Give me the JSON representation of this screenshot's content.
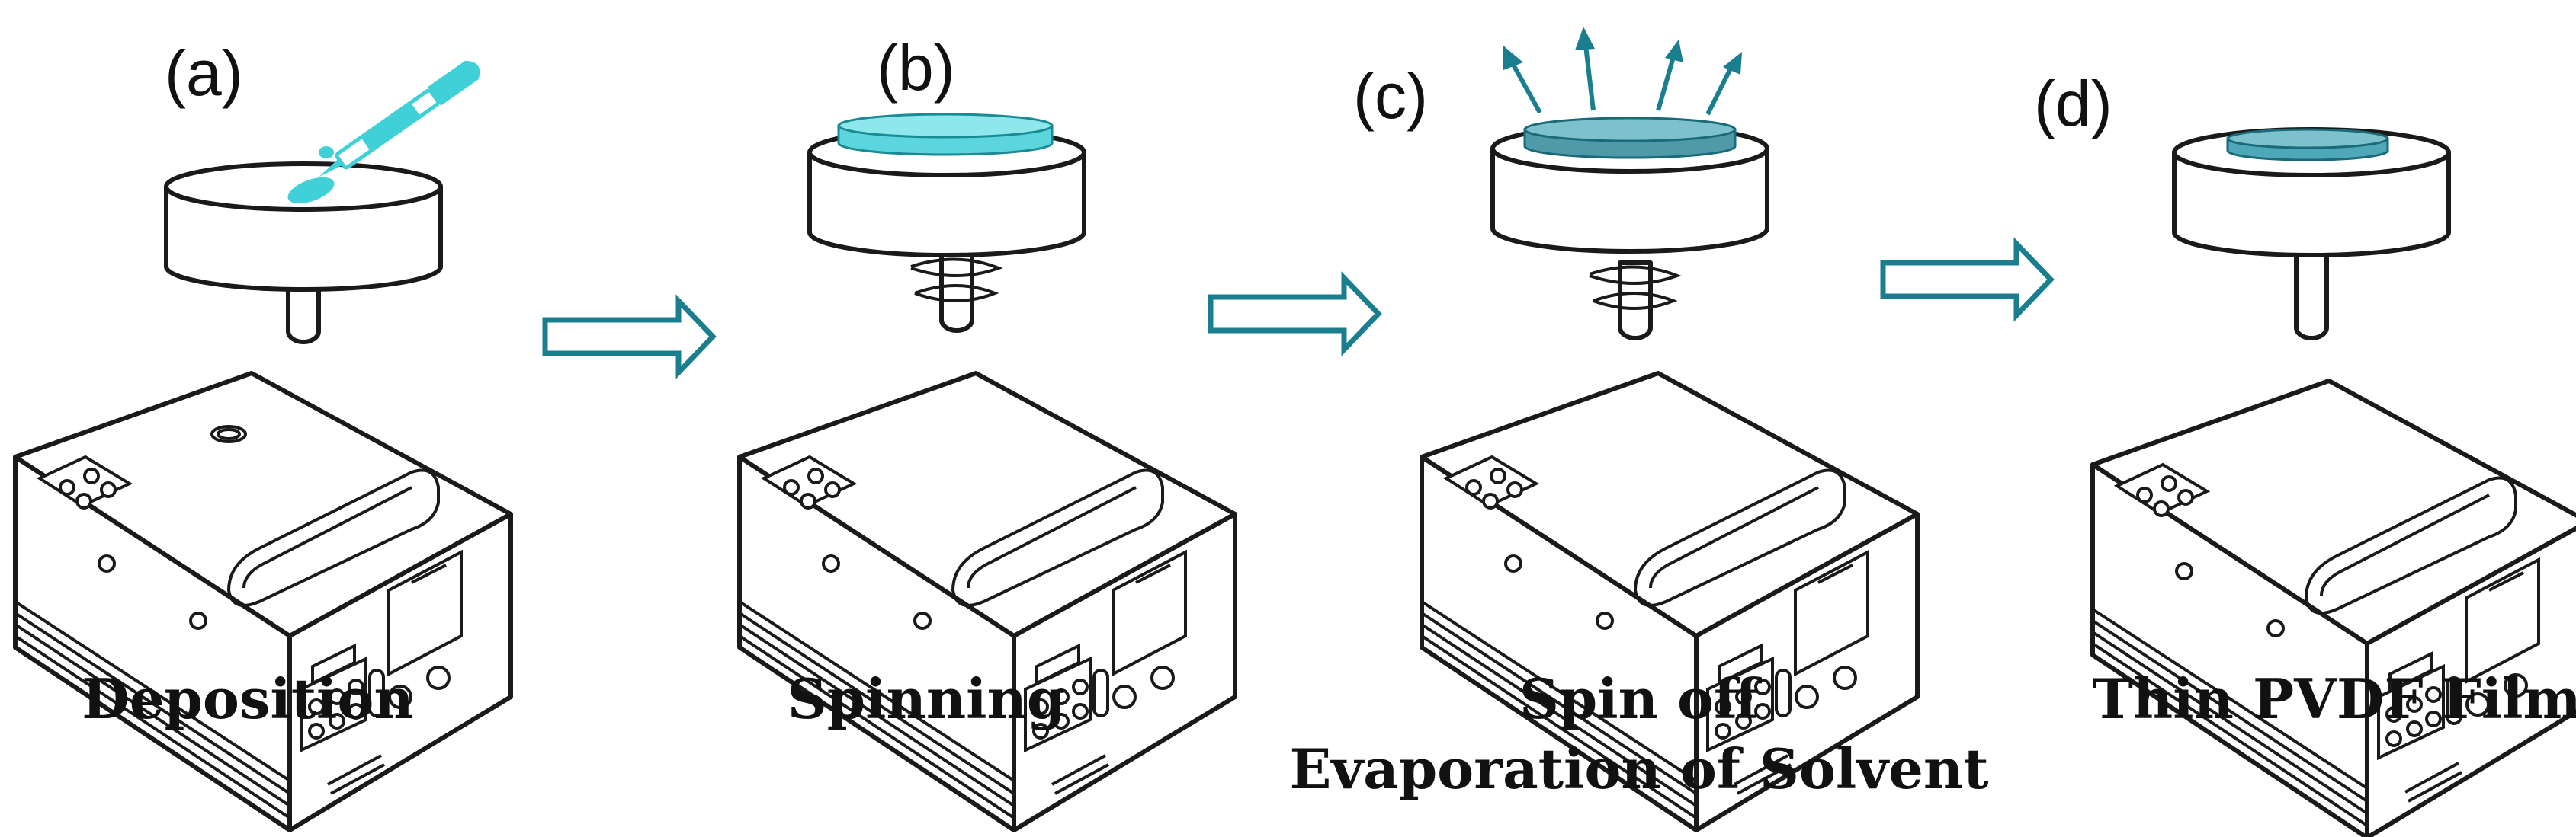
{
  "colors": {
    "fresh_solution": "#3fd0d8",
    "wet_film": "#5ad6dc",
    "evaporating_film": "#4f9aa8",
    "dry_film": "#4ea8b8",
    "arrow_outline": "#1b7e8f"
  },
  "steps": [
    {
      "letter": "(a)",
      "caption_lines": [
        "Deposition"
      ]
    },
    {
      "letter": "(b)",
      "caption_lines": [
        "Spinning"
      ]
    },
    {
      "letter": "(c)",
      "caption_lines": [
        "Spin off",
        "Evaporation of Solvent"
      ]
    },
    {
      "letter": "(d)",
      "caption_lines": [
        "Thin PVDF Film"
      ]
    }
  ]
}
